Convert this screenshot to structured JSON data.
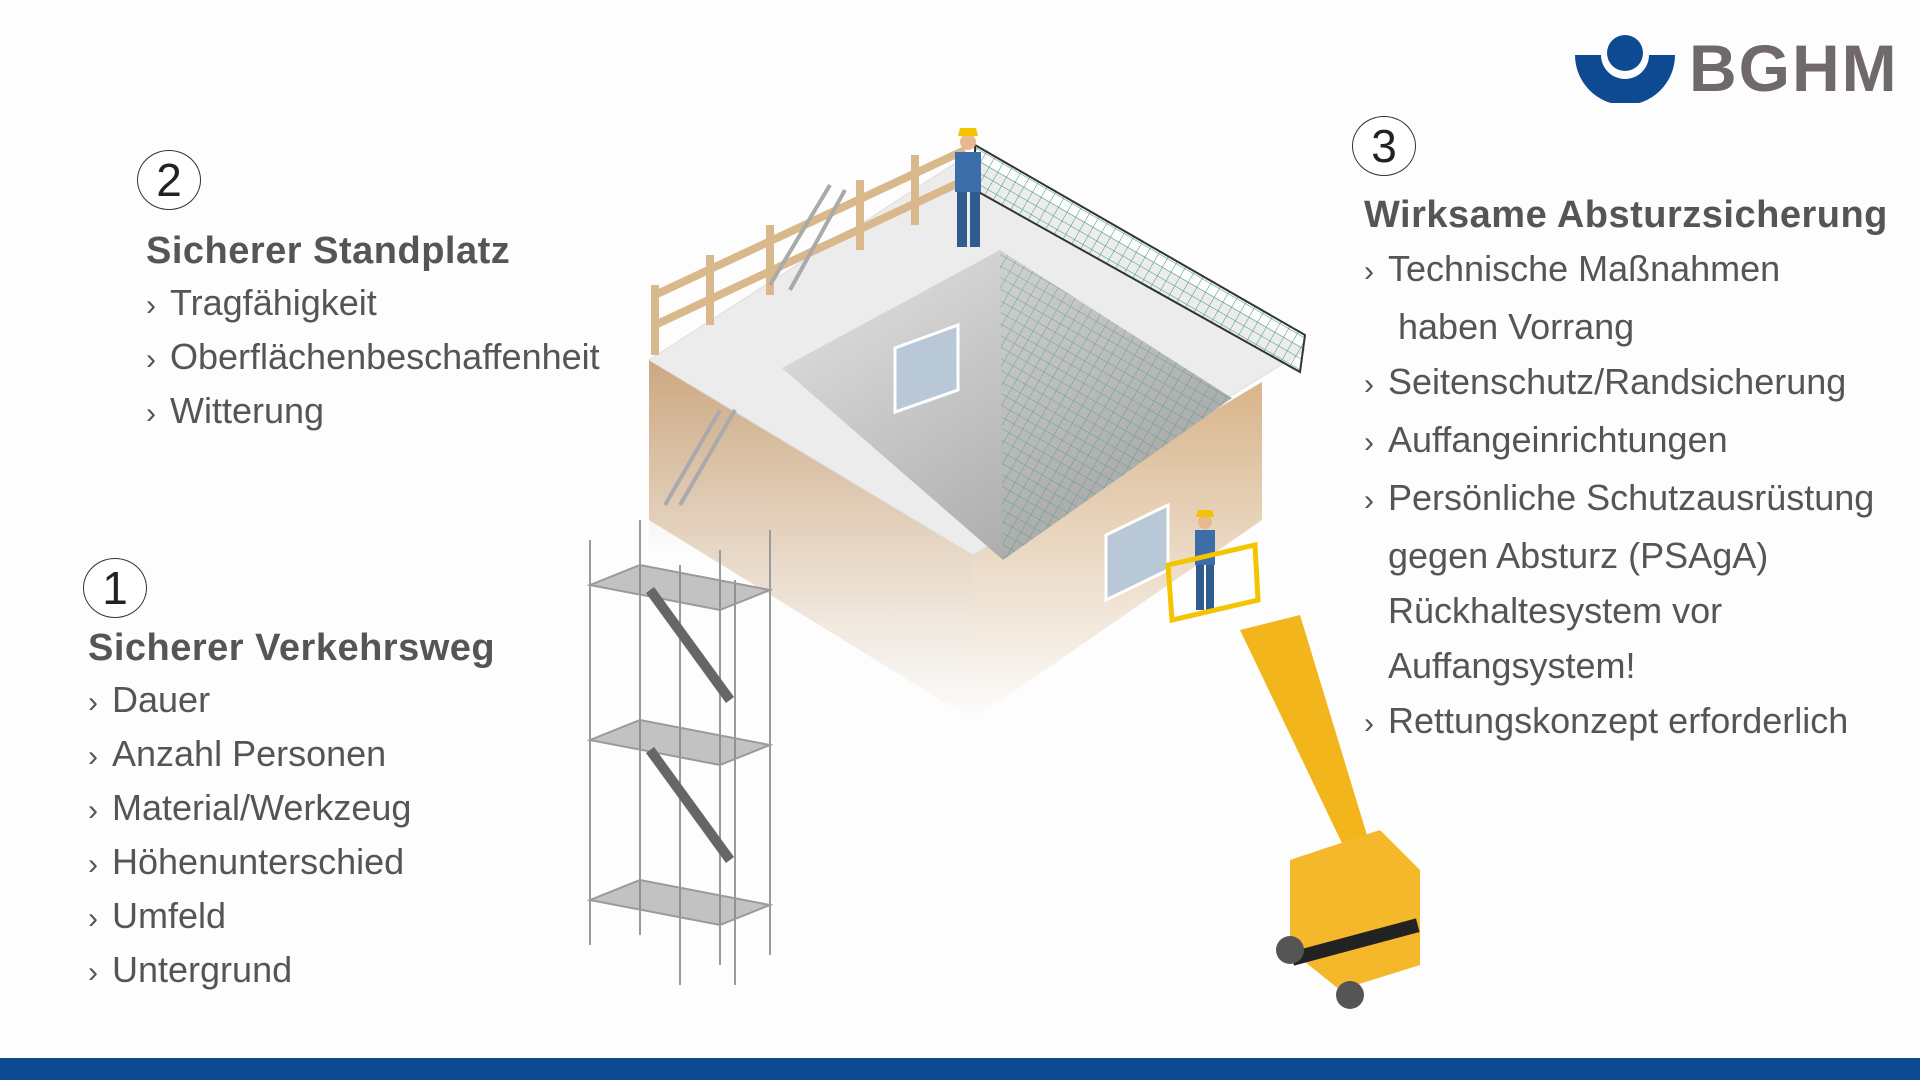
{
  "logo": {
    "text": "BGHM",
    "brand_color": "#0d4a92",
    "text_color": "#6f6a69"
  },
  "sections": [
    {
      "number": "1",
      "title": "Sicherer Verkehrsweg",
      "items": [
        "Dauer",
        "Anzahl Personen",
        "Material/Werkzeug",
        "Höhenunterschied",
        "Umfeld",
        "Untergrund"
      ]
    },
    {
      "number": "2",
      "title": "Sicherer Standplatz",
      "items": [
        "Tragfähigkeit",
        "Oberflächenbeschaffenheit",
        "Witterung"
      ]
    },
    {
      "number": "3",
      "title": "Wirksame Absturzsicherung",
      "items": [
        "Technische Maßnahmen",
        "haben Vorrang",
        "Seitenschutz/Randsicherung",
        "Auffangeinrichtungen",
        "Persönliche Schutzausrüstung",
        "gegen Absturz (PSAgA)",
        "Rückhaltesystem vor",
        "Auffangsystem!",
        "Rettungskonzept erforderlich"
      ]
    }
  ],
  "bullet": "›",
  "footer_color": "#0d4a92"
}
